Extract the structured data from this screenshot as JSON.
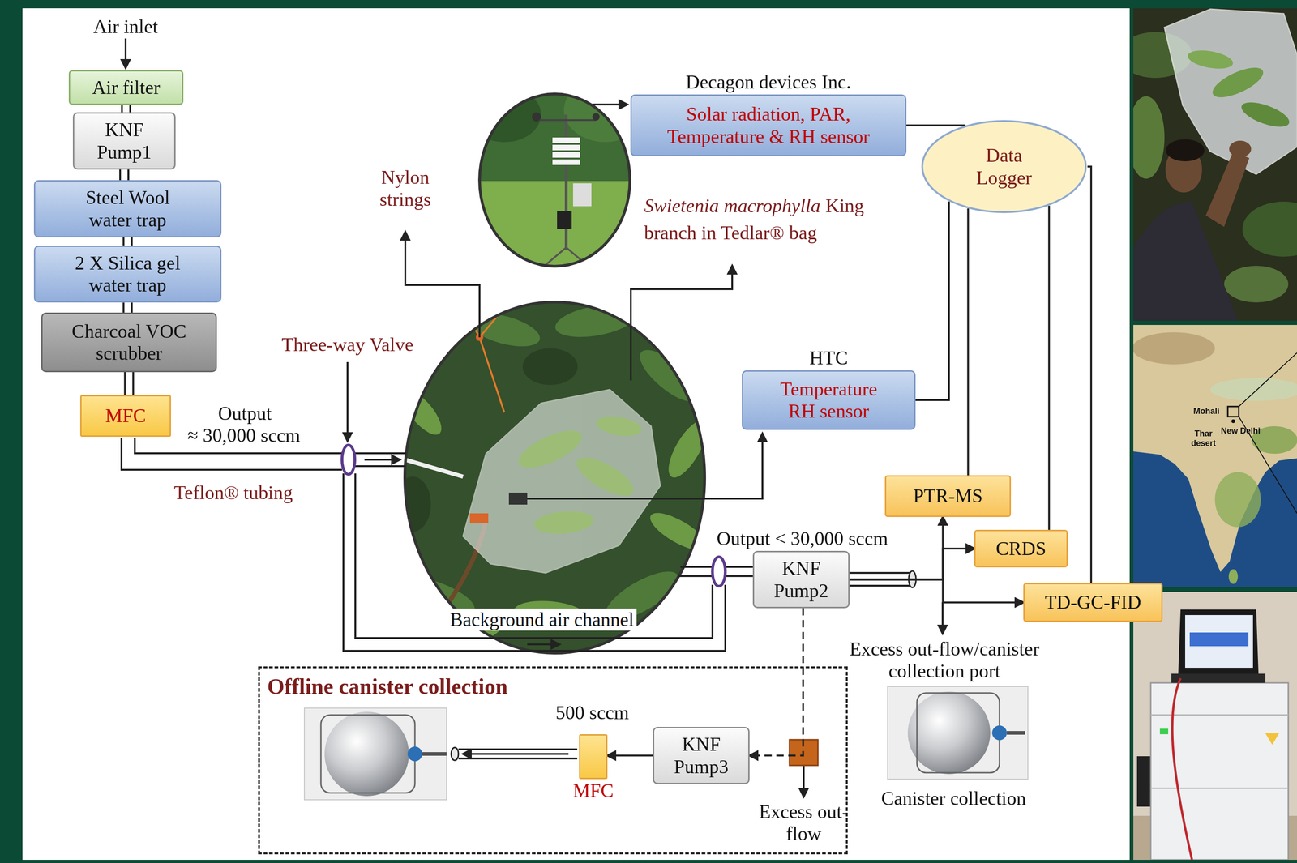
{
  "diagram": {
    "nodes": [
      {
        "text": [
          "Air filter"
        ]
      },
      {
        "text": [
          "KNF Pump1"
        ]
      },
      {
        "text": [
          "Steel Wool water trap"
        ]
      },
      {
        "text": [
          "2 X Silica gel water trap"
        ]
      },
      {
        "text": [
          "Charcoal VOC scrubber"
        ]
      },
      {
        "text": [
          "MFC"
        ]
      },
      {
        "text": [
          "Decagon devices Inc.",
          "Solar radiation, PAR, Temperature & RH sensor"
        ]
      },
      {
        "text": [
          "Data Logger"
        ]
      },
      {
        "text": [
          "HTC",
          "Temperature RH sensor"
        ]
      },
      {
        "text": [
          "KNF Pump2"
        ]
      },
      {
        "text": [
          "PTR-MS"
        ]
      },
      {
        "text": [
          "CRDS"
        ]
      },
      {
        "text": [
          "TD-GC-FID"
        ]
      },
      {
        "text": [
          "Offline canister collection"
        ]
      },
      {
        "text": [
          "KNF Pump3"
        ],
        "in": 13
      },
      {
        "text": [
          "MFC"
        ],
        "in": 13
      }
    ],
    "edges": [
      {
        "from": 0,
        "to": 1,
        "arrow": "none"
      },
      {
        "from": 1,
        "to": 2,
        "arrow": "none"
      },
      {
        "from": 2,
        "to": 3,
        "arrow": "none"
      },
      {
        "from": 3,
        "to": 4,
        "arrow": "none"
      },
      {
        "from": 4,
        "to": 5,
        "arrow": "none"
      },
      {
        "from": 6,
        "to": 7,
        "arrow": "none"
      },
      {
        "from": 8,
        "to": 7,
        "arrow": "none"
      },
      {
        "from": 10,
        "to": 7,
        "arrow": "none"
      },
      {
        "from": 11,
        "to": 7,
        "arrow": "none"
      },
      {
        "from": 12,
        "to": 7,
        "arrow": "none"
      },
      {
        "from": 9,
        "to": 10,
        "arrow": "to"
      },
      {
        "from": 9,
        "to": 11,
        "arrow": "to"
      },
      {
        "from": 9,
        "to": 12,
        "arrow": "to"
      },
      {
        "from": 9,
        "to": 14,
        "arrow": "to"
      },
      {
        "from": 14,
        "to": 15,
        "arrow": "to"
      }
    ],
    "labels": [
      "Air inlet",
      "Output",
      "≈ 30,000 sccm",
      "Teflon® tubing",
      "Three-way Valve",
      "Nylon strings",
      "Swietenia macrophylla",
      "King",
      "branch in Tedlar® bag",
      "Output < 30,000 sccm",
      "Background air channel",
      "Excess out-flow/canister collection port",
      "Canister collection",
      "500 sccm",
      "Excess out-flow",
      "Mohali",
      "New Delhi",
      "Thar desert"
    ]
  }
}
